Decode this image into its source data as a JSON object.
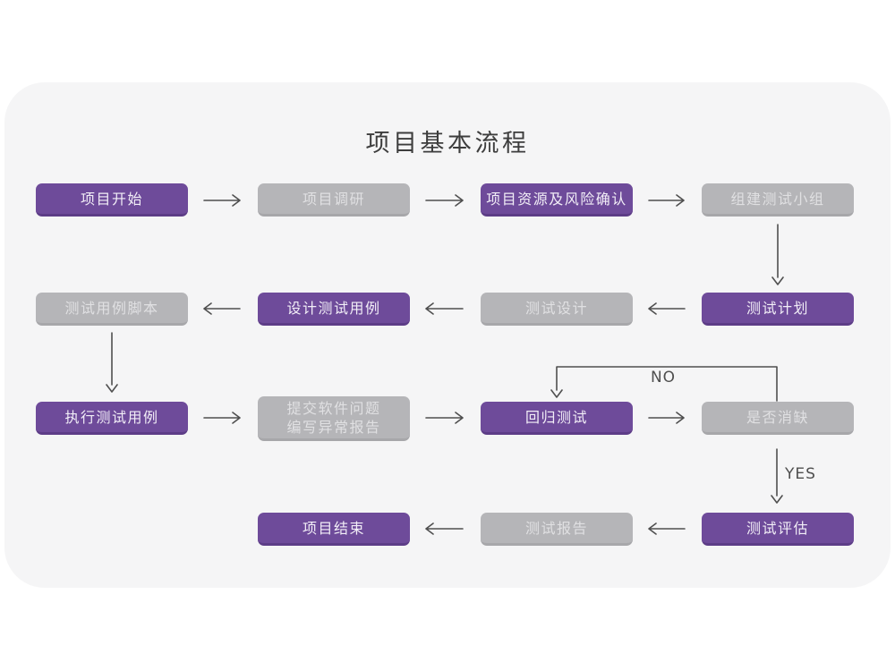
{
  "title": "项目基本流程",
  "decision_labels": {
    "no": "NO",
    "yes": "YES"
  },
  "colors": {
    "page_bg": "#ffffff",
    "card_bg": "#f5f5f6",
    "node_purple": "#6e4b9a",
    "node_purple_edge": "#5d3d87",
    "node_gray": "#b5b5b8",
    "node_gray_edge": "#a7a7aa",
    "node_text_purple": "#f2eef7",
    "node_text_gray": "#e0e0e2",
    "arrow": "#4f4f4f",
    "title_text": "#3d3d3d"
  },
  "nodes": [
    {
      "id": "project-start",
      "label": "项目开始",
      "variant": "purple"
    },
    {
      "id": "project-research",
      "label": "项目调研",
      "variant": "gray"
    },
    {
      "id": "resource-risk",
      "label": "项目资源及风险确认",
      "variant": "purple"
    },
    {
      "id": "build-team",
      "label": "组建测试小组",
      "variant": "gray"
    },
    {
      "id": "test-plan",
      "label": "测试计划",
      "variant": "purple"
    },
    {
      "id": "test-design",
      "label": "测试设计",
      "variant": "gray"
    },
    {
      "id": "design-cases",
      "label": "设计测试用例",
      "variant": "purple"
    },
    {
      "id": "case-script",
      "label": "测试用例脚本",
      "variant": "gray"
    },
    {
      "id": "execute-cases",
      "label": "执行测试用例",
      "variant": "purple"
    },
    {
      "id": "submit-issues",
      "line1": "提交软件问题",
      "line2": "编写异常报告",
      "variant": "gray"
    },
    {
      "id": "regression-test",
      "label": "回归测试",
      "variant": "purple"
    },
    {
      "id": "defect-cleared",
      "label": "是否消缺",
      "variant": "gray"
    },
    {
      "id": "test-evaluation",
      "label": "测试评估",
      "variant": "purple"
    },
    {
      "id": "test-report",
      "label": "测试报告",
      "variant": "gray"
    },
    {
      "id": "project-end",
      "label": "项目结束",
      "variant": "purple"
    }
  ]
}
